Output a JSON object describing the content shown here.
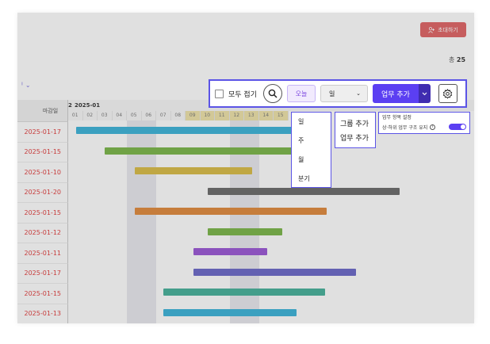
{
  "header": {
    "invite_label": "초대하기",
    "total_prefix": "총",
    "total_count": "25",
    "view_link": "ᅵ"
  },
  "table": {
    "deadline_header": "마감일",
    "deadlines": [
      "2025-01-17",
      "2025-01-15",
      "2025-01-10",
      "2025-01-20",
      "2025-01-15",
      "2025-01-12",
      "2025-01-11",
      "2025-01-17",
      "2025-01-15",
      "2025-01-13"
    ]
  },
  "timeline": {
    "month_prefix": "2",
    "month_label": "2025-01",
    "days": [
      "01",
      "02",
      "03",
      "04",
      "05",
      "06",
      "07",
      "08",
      "09",
      "10",
      "11",
      "12",
      "13",
      "14",
      "15"
    ],
    "bar_colors": [
      "#3bb3d9",
      "#7ab548",
      "#d9bb46",
      "#6b6b6b",
      "#e08a3c",
      "#7ab548",
      "#9a56d6",
      "#6a68c9",
      "#46b19a",
      "#3bb3d9"
    ]
  },
  "toolbar": {
    "collapse_all_label": "모두 접기",
    "today_label": "오늘",
    "view_select_value": "일",
    "add_task_label": "업무 추가"
  },
  "view_dropdown": {
    "options": [
      "일",
      "주",
      "월",
      "분기"
    ]
  },
  "add_dropdown": {
    "options": [
      "그룹 추가",
      "업무 추가"
    ]
  },
  "settings_popup": {
    "title": "업무 항목 설정",
    "keep_hierarchy_label": "상·하위 업무 구조 유지"
  },
  "colors": {
    "accent": "#5b3ff2",
    "deadline": "#e23b3b",
    "invite": "#e06465"
  }
}
